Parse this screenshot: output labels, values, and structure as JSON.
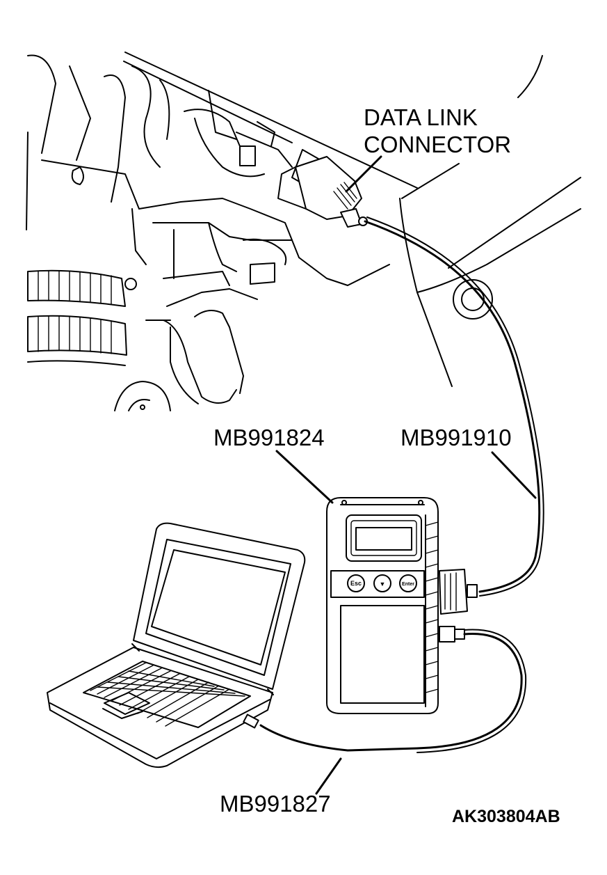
{
  "labels": {
    "data_link_line1": "DATA LINK",
    "data_link_line2": "CONNECTOR",
    "mb991824": "MB991824",
    "mb991910": "MB991910",
    "mb991827": "MB991827",
    "figure_code": "AK303804AB"
  },
  "buttons": {
    "esc": "Esc",
    "down": "▼",
    "enter": "Enter"
  }
}
